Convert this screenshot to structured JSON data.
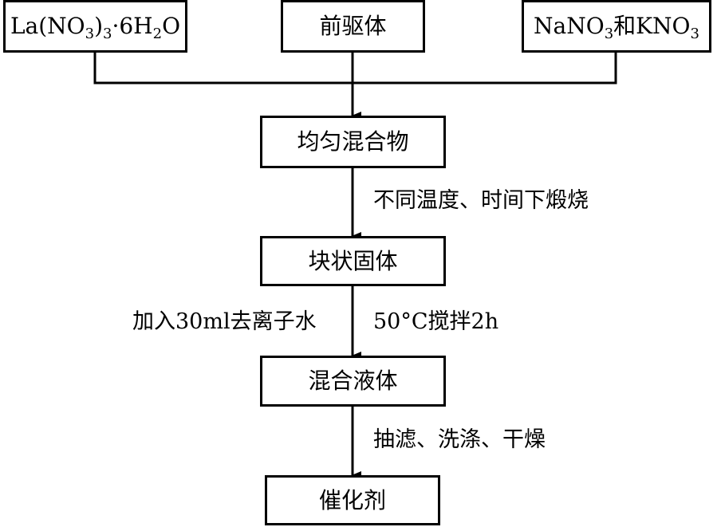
{
  "inputs": {
    "lanitrate": {
      "part1": "La(NO",
      "sub1": "3",
      "part2": ")",
      "sub2": "3",
      "part3": "·6H",
      "sub3": "2",
      "part4": "O"
    },
    "precursor": "前驱体",
    "salts": {
      "part1": "NaNO",
      "sub1": "3",
      "part2": "和KNO",
      "sub2": "3"
    }
  },
  "steps": [
    {
      "box": "均匀混合物",
      "arrow_label_right": "不同温度、时间下煅烧"
    },
    {
      "box": "块状固体",
      "arrow_label_left": "加入30ml去离子水",
      "arrow_label_right": "50°C搅拌2h"
    },
    {
      "box": "混合液体",
      "arrow_label_right": "抽滤、洗涤、干燥"
    },
    {
      "box": "催化剂"
    }
  ]
}
